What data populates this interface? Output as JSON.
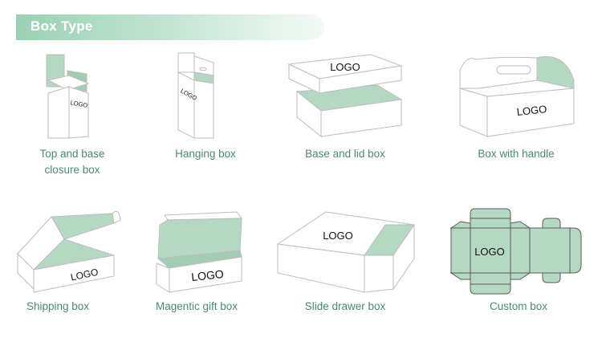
{
  "header": {
    "title": "Box Type"
  },
  "colors": {
    "accent": "#4c8a6b",
    "box_green": "#b5d8c3",
    "box_green_dark": "#a3ccb4",
    "outline": "#bdbdbd"
  },
  "logo_text": "LOGO",
  "boxes": [
    {
      "caption_line1": "Top and base",
      "caption_line2": "closure box"
    },
    {
      "caption_line1": "Hanging box",
      "caption_line2": ""
    },
    {
      "caption_line1": "Base and lid box",
      "caption_line2": ""
    },
    {
      "caption_line1": "Box with handle",
      "caption_line2": ""
    },
    {
      "caption_line1": "Shipping box",
      "caption_line2": ""
    },
    {
      "caption_line1": "Magentic gift box",
      "caption_line2": ""
    },
    {
      "caption_line1": "Slide drawer box",
      "caption_line2": ""
    },
    {
      "caption_line1": "Custom box",
      "caption_line2": ""
    }
  ]
}
